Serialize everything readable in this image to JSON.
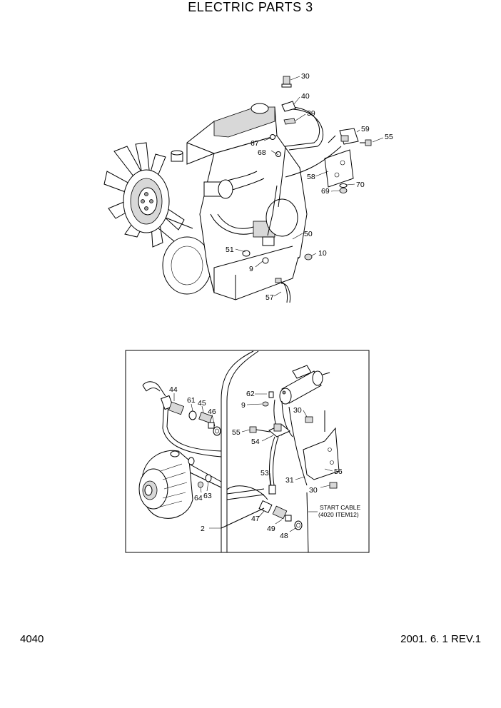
{
  "page": {
    "title": "ELECTRIC PARTS 3",
    "page_number": "4040",
    "revision": "2001. 6. 1 REV.1"
  },
  "upper_callouts": [
    "30",
    "40",
    "39",
    "67",
    "68",
    "59",
    "55",
    "58",
    "70",
    "69",
    "50",
    "51",
    "9",
    "10",
    "57"
  ],
  "lower_callouts": [
    "44",
    "61",
    "45",
    "46",
    "62",
    "9",
    "30",
    "55",
    "54",
    "56",
    "53",
    "31",
    "30",
    "64",
    "63",
    "47",
    "49",
    "48",
    "2"
  ],
  "start_cable_note": {
    "line1": "START CABLE",
    "line2": "(4020 ITEM12)"
  }
}
